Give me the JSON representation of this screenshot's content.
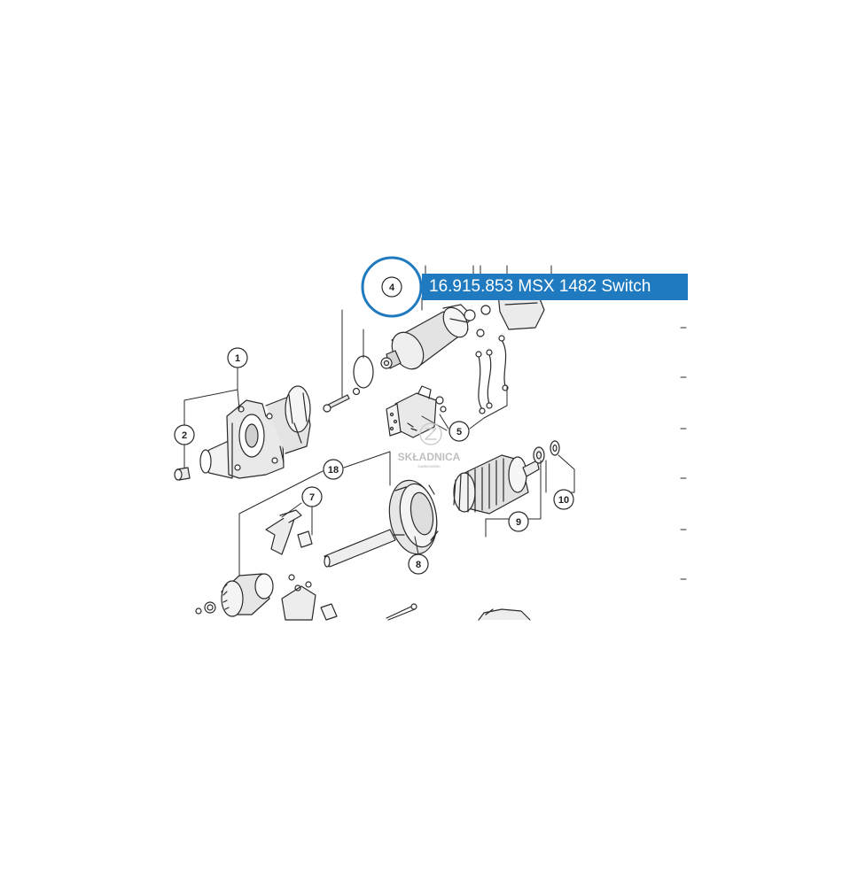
{
  "highlight": {
    "label": "16.915.853 MSX 1482 Switch",
    "callout": "4",
    "accent_color": "#1f7ac0"
  },
  "callouts": [
    "1",
    "2",
    "5",
    "7",
    "8",
    "9",
    "10",
    "18"
  ],
  "watermark": {
    "brand": "SKŁADNICA",
    "sub": "GARKOWSKI"
  }
}
